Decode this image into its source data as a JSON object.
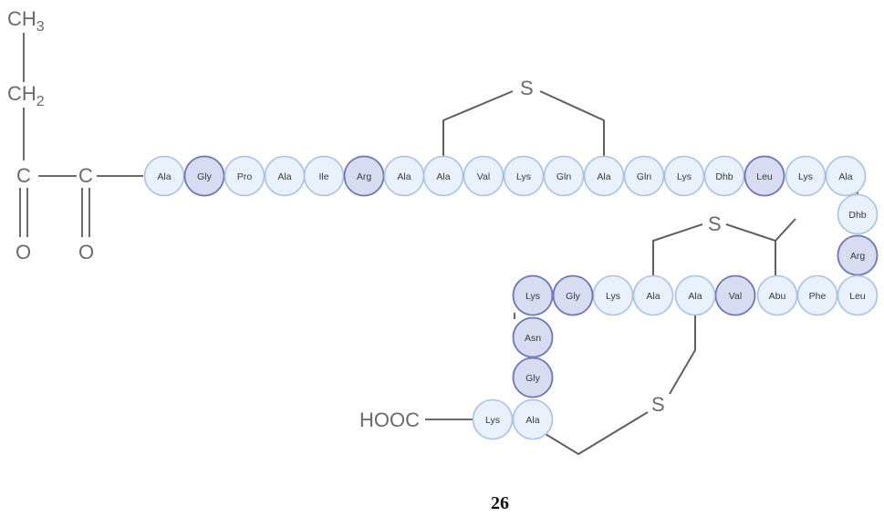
{
  "n_terminal": {
    "ch3": "CH3",
    "ch2": "CH2",
    "c1": "C",
    "c2": "C",
    "o1": "O",
    "o2": "O"
  },
  "c_terminal": "HOOC",
  "sulfur_label": "S",
  "compound_number": "26",
  "residues": [
    {
      "id": "r1",
      "label": "Ala",
      "highlight": false
    },
    {
      "id": "r2",
      "label": "Gly",
      "highlight": true
    },
    {
      "id": "r3",
      "label": "Pro",
      "highlight": false
    },
    {
      "id": "r4",
      "label": "Ala",
      "highlight": false
    },
    {
      "id": "r5",
      "label": "Ile",
      "highlight": false
    },
    {
      "id": "r6",
      "label": "Arg",
      "highlight": true
    },
    {
      "id": "r7",
      "label": "Ala",
      "highlight": false
    },
    {
      "id": "r8",
      "label": "Ala",
      "highlight": false
    },
    {
      "id": "r9",
      "label": "Val",
      "highlight": false
    },
    {
      "id": "r10",
      "label": "Lys",
      "highlight": false
    },
    {
      "id": "r11",
      "label": "Gln",
      "highlight": false
    },
    {
      "id": "r12",
      "label": "Ala",
      "highlight": false
    },
    {
      "id": "r13",
      "label": "Gln",
      "highlight": false
    },
    {
      "id": "r14",
      "label": "Lys",
      "highlight": false
    },
    {
      "id": "r15",
      "label": "Dhb",
      "highlight": false
    },
    {
      "id": "r16",
      "label": "Leu",
      "highlight": true
    },
    {
      "id": "r17",
      "label": "Lys",
      "highlight": false
    },
    {
      "id": "r18",
      "label": "Ala",
      "highlight": false
    },
    {
      "id": "r19",
      "label": "Dhb",
      "highlight": false
    },
    {
      "id": "r20",
      "label": "Arg",
      "highlight": true
    },
    {
      "id": "r21",
      "label": "Leu",
      "highlight": false
    },
    {
      "id": "r22",
      "label": "Phe",
      "highlight": false
    },
    {
      "id": "r23",
      "label": "Abu",
      "highlight": false
    },
    {
      "id": "r24",
      "label": "Val",
      "highlight": true
    },
    {
      "id": "r25",
      "label": "Ala",
      "highlight": false
    },
    {
      "id": "r26",
      "label": "Ala",
      "highlight": false
    },
    {
      "id": "r27",
      "label": "Lys",
      "highlight": false
    },
    {
      "id": "r28",
      "label": "Gly",
      "highlight": true
    },
    {
      "id": "r29",
      "label": "Lys",
      "highlight": true
    },
    {
      "id": "r30",
      "label": "Asn",
      "highlight": true
    },
    {
      "id": "r31",
      "label": "Gly",
      "highlight": true
    },
    {
      "id": "r32",
      "label": "Ala",
      "highlight": false
    },
    {
      "id": "r33",
      "label": "Lys",
      "highlight": false
    }
  ]
}
